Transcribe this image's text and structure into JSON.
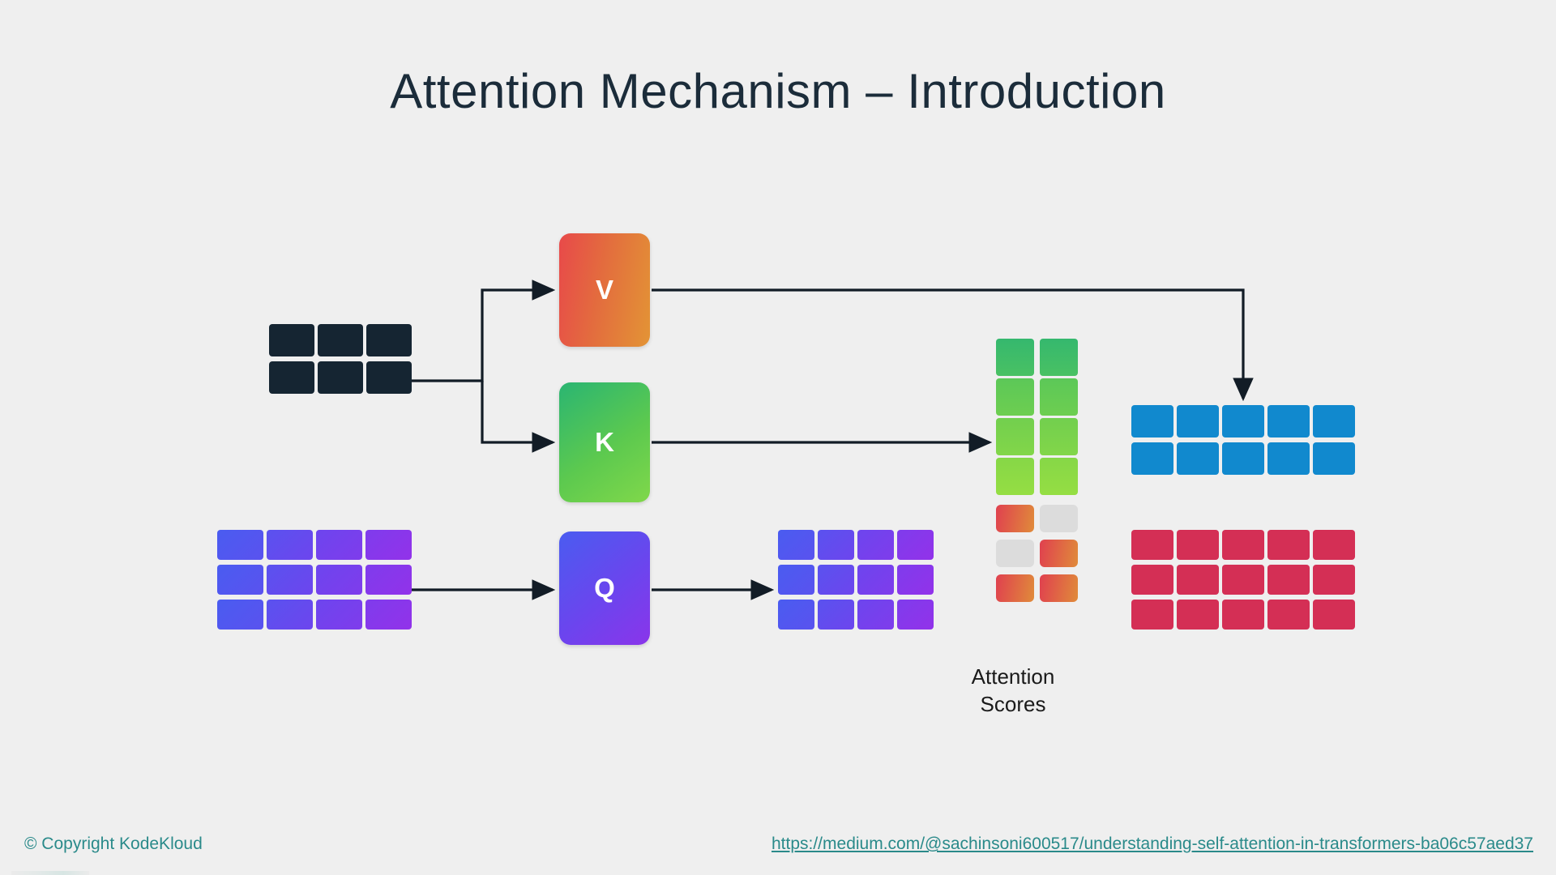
{
  "slide": {
    "title": "Attention Mechanism – Introduction",
    "background_color": "#efefef",
    "title_color": "#1b2c3a"
  },
  "blocks": {
    "v": {
      "label": "V",
      "gradient_from": "#e8494a",
      "gradient_to": "#e39435"
    },
    "k": {
      "label": "K",
      "gradient_from": "#2ab572",
      "gradient_to": "#80d84a"
    },
    "q": {
      "label": "Q",
      "gradient_from": "#4a5cf0",
      "gradient_to": "#8a35ea"
    }
  },
  "matrices": {
    "input_dark": {
      "rows": 2,
      "cols": 3,
      "color": "#152532"
    },
    "input_purple": {
      "rows": 3,
      "cols": 4,
      "gradient_from": "#4a5cf0",
      "gradient_to": "#9232ea"
    },
    "q_output": {
      "rows": 3,
      "cols": 4,
      "gradient_from": "#4a5cf0",
      "gradient_to": "#9232ea"
    },
    "blue_output": {
      "rows": 2,
      "cols": 5,
      "color": "#1189ce"
    },
    "red_output": {
      "rows": 3,
      "cols": 5,
      "color": "#d42f55"
    }
  },
  "attention": {
    "label_line1": "Attention",
    "label_line2": "Scores",
    "green_rows": 4,
    "green_cols": 2,
    "lower_pattern": [
      [
        "warm",
        "gray"
      ],
      [
        "gray",
        "warm"
      ],
      [
        "warm",
        "warm"
      ]
    ],
    "warm_color_from": "#e0404f",
    "warm_color_to": "#e08b3a",
    "gray_color": "#dcdcdc"
  },
  "footer": {
    "copyright": "© Copyright KodeKloud",
    "link": "https://medium.com/@sachinsoni600517/understanding-self-attention-in-transformers-ba06c57aed37",
    "link_color": "#2a8a8a"
  }
}
